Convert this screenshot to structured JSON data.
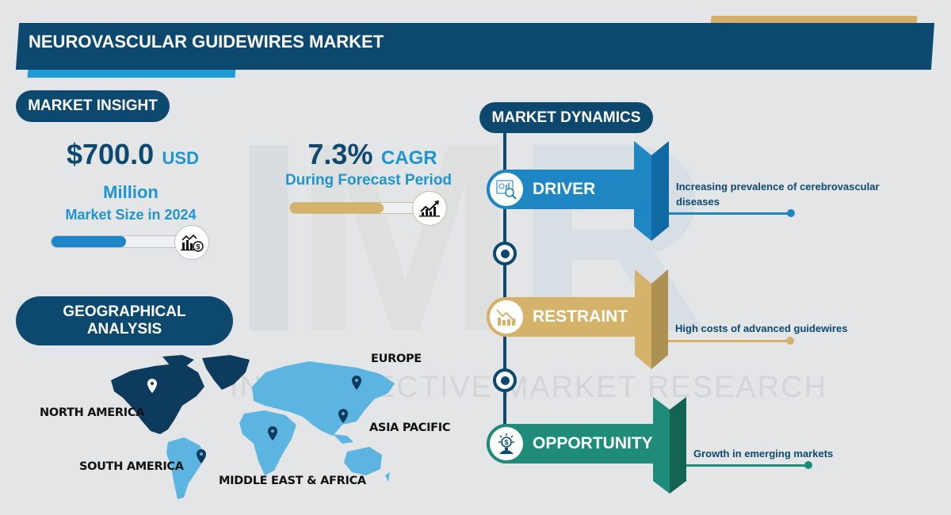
{
  "header": {
    "title": "NEUROVASCULAR GUIDEWIRES MARKET"
  },
  "watermark": {
    "letters": [
      "I",
      "M",
      "R"
    ],
    "text": "INTROSPECTIVE MARKET RESEARCH"
  },
  "market_insight": {
    "label": "MARKET INSIGHT",
    "market_size": {
      "value": "$700.0",
      "unit": "USD",
      "scale": "Million",
      "caption": "Market Size in 2024",
      "progress_pct": 48,
      "icon": "chart-dollar-icon"
    },
    "cagr": {
      "value": "7.3%",
      "unit": "CAGR",
      "caption": "During Forecast Period",
      "progress_pct": 60,
      "icon": "growth-chart-icon"
    }
  },
  "geographical_analysis": {
    "label_line1": "GEOGRAPHICAL",
    "label_line2": "ANALYSIS",
    "regions": [
      {
        "name": "NORTH AMERICA",
        "color": "#0d3b5e",
        "pin": "white"
      },
      {
        "name": "SOUTH AMERICA",
        "color": "#5cb5e0",
        "pin": "dark"
      },
      {
        "name": "EUROPE",
        "color": "#5cb5e0",
        "pin": "dark"
      },
      {
        "name": "ASIA PACIFIC",
        "color": "#5cb5e0",
        "pin": "dark"
      },
      {
        "name": "MIDDLE EAST & AFRICA",
        "color": "#5cb5e0",
        "pin": "dark"
      }
    ]
  },
  "market_dynamics": {
    "label": "MARKET DYNAMICS",
    "items": [
      {
        "type": "DRIVER",
        "description": "Increasing prevalence of cerebrovascular diseases",
        "color": "#1d86c3",
        "dark": "#0f6aa3",
        "icon": "data-analysis-icon"
      },
      {
        "type": "RESTRAINT",
        "description": "High costs of advanced guidewires",
        "color": "#d4b26a",
        "dark": "#ac9152",
        "icon": "declining-chart-icon"
      },
      {
        "type": "OPPORTUNITY",
        "description": "Growth in emerging markets",
        "color": "#1e8c78",
        "dark": "#136452",
        "icon": "idea-dollar-icon"
      }
    ]
  },
  "colors": {
    "navy": "#0d496f",
    "accent_blue": "#1e95cf",
    "gold": "#d4ae6a",
    "background": "#e4e5e7"
  }
}
